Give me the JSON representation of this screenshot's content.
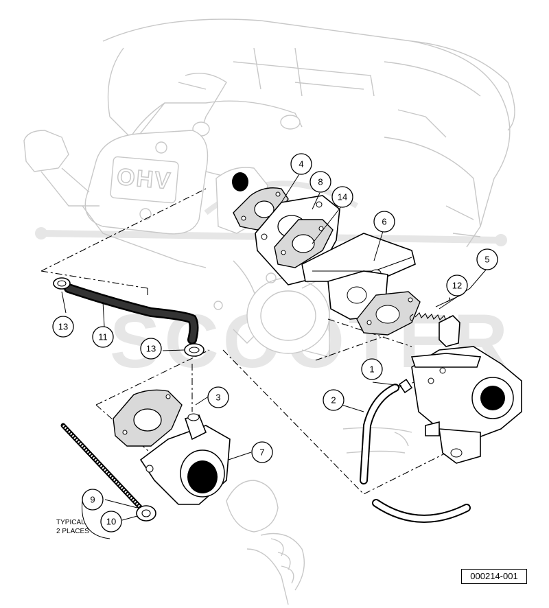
{
  "engine_cover_label": "OHV",
  "watermark_text": "SCOOTER",
  "callouts": [
    {
      "id": "c1",
      "label": "1"
    },
    {
      "id": "c2",
      "label": "2"
    },
    {
      "id": "c3",
      "label": "3"
    },
    {
      "id": "c4",
      "label": "4"
    },
    {
      "id": "c5",
      "label": "5"
    },
    {
      "id": "c6",
      "label": "6"
    },
    {
      "id": "c7",
      "label": "7"
    },
    {
      "id": "c8",
      "label": "8"
    },
    {
      "id": "c9",
      "label": "9"
    },
    {
      "id": "c10",
      "label": "10"
    },
    {
      "id": "c11",
      "label": "11"
    },
    {
      "id": "c12",
      "label": "12"
    },
    {
      "id": "c13a",
      "label": "13"
    },
    {
      "id": "c13b",
      "label": "13"
    },
    {
      "id": "c14",
      "label": "14"
    }
  ],
  "note": {
    "line1": "TYPICAL",
    "line2": "2 PLACES"
  },
  "document_number": "000214-001",
  "colors": {
    "line": "#000000",
    "ghost": "#c8c8c8",
    "gasket": "#d9d9d9",
    "watermark": "#e6e6e6"
  }
}
